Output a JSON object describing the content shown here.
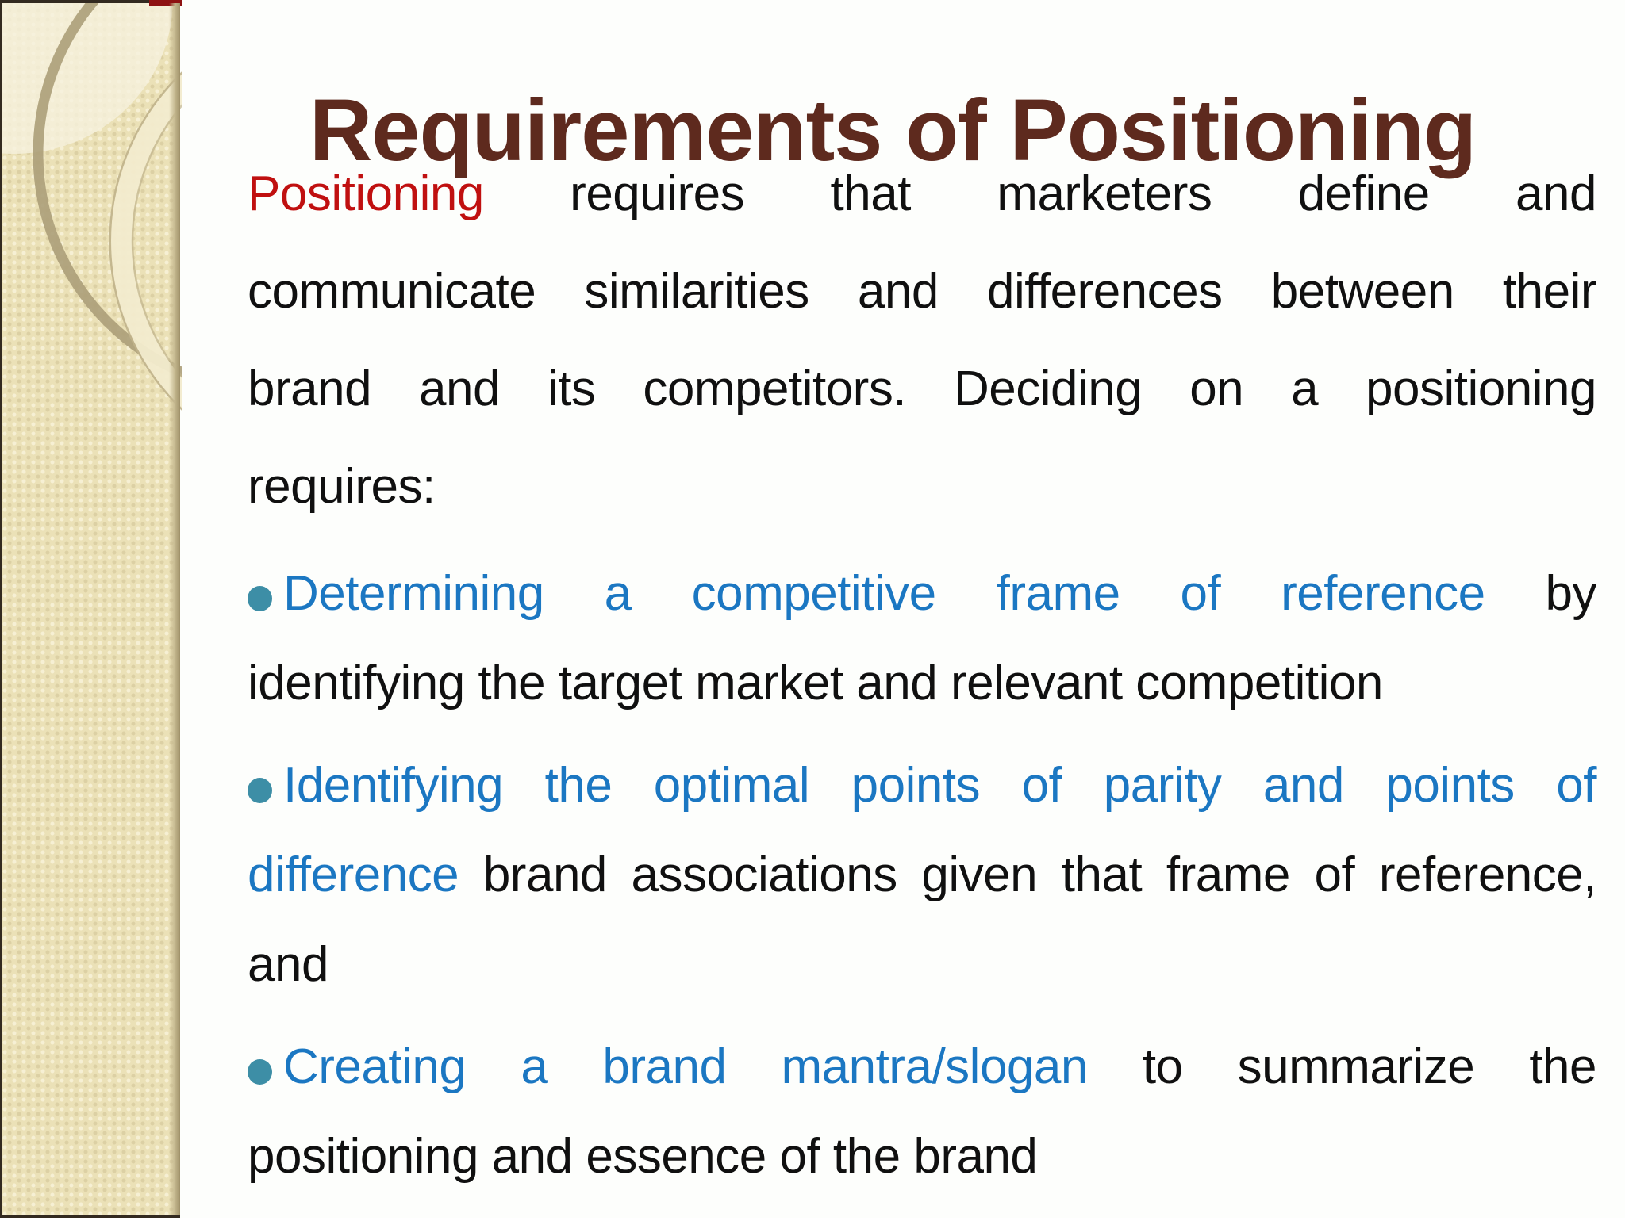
{
  "slide": {
    "title": "Requirements of Positioning",
    "paragraph": {
      "lines": [
        {
          "red": "Positioning",
          "black": " requires that marketers define and"
        },
        {
          "black": "communicate similarities and differences between their"
        },
        {
          "black": "brand and its competitors. Deciding on a positioning"
        },
        {
          "black": "requires:"
        }
      ]
    },
    "bullets": [
      {
        "lines": [
          {
            "blue": "Determining a competitive frame of reference",
            "black": " by"
          },
          {
            "black": "identifying the target market and relevant competition"
          }
        ]
      },
      {
        "lines": [
          {
            "blue": "Identifying the optimal points of parity and points of"
          },
          {
            "blue2": "difference",
            "black": " brand associations given that frame of reference,"
          },
          {
            "black": "and"
          }
        ]
      },
      {
        "lines": [
          {
            "blue": "Creating a brand mantra/slogan",
            "black": " to summarize the"
          },
          {
            "black": "positioning and essence of the brand"
          }
        ]
      }
    ],
    "colors": {
      "title": "#5E2A1E",
      "lead_red": "#C01010",
      "highlight_blue": "#1B77C2",
      "body_text": "#101010",
      "bullet_dot": "#3D8EA6",
      "sidebar_background": "#EBE1B7"
    }
  }
}
